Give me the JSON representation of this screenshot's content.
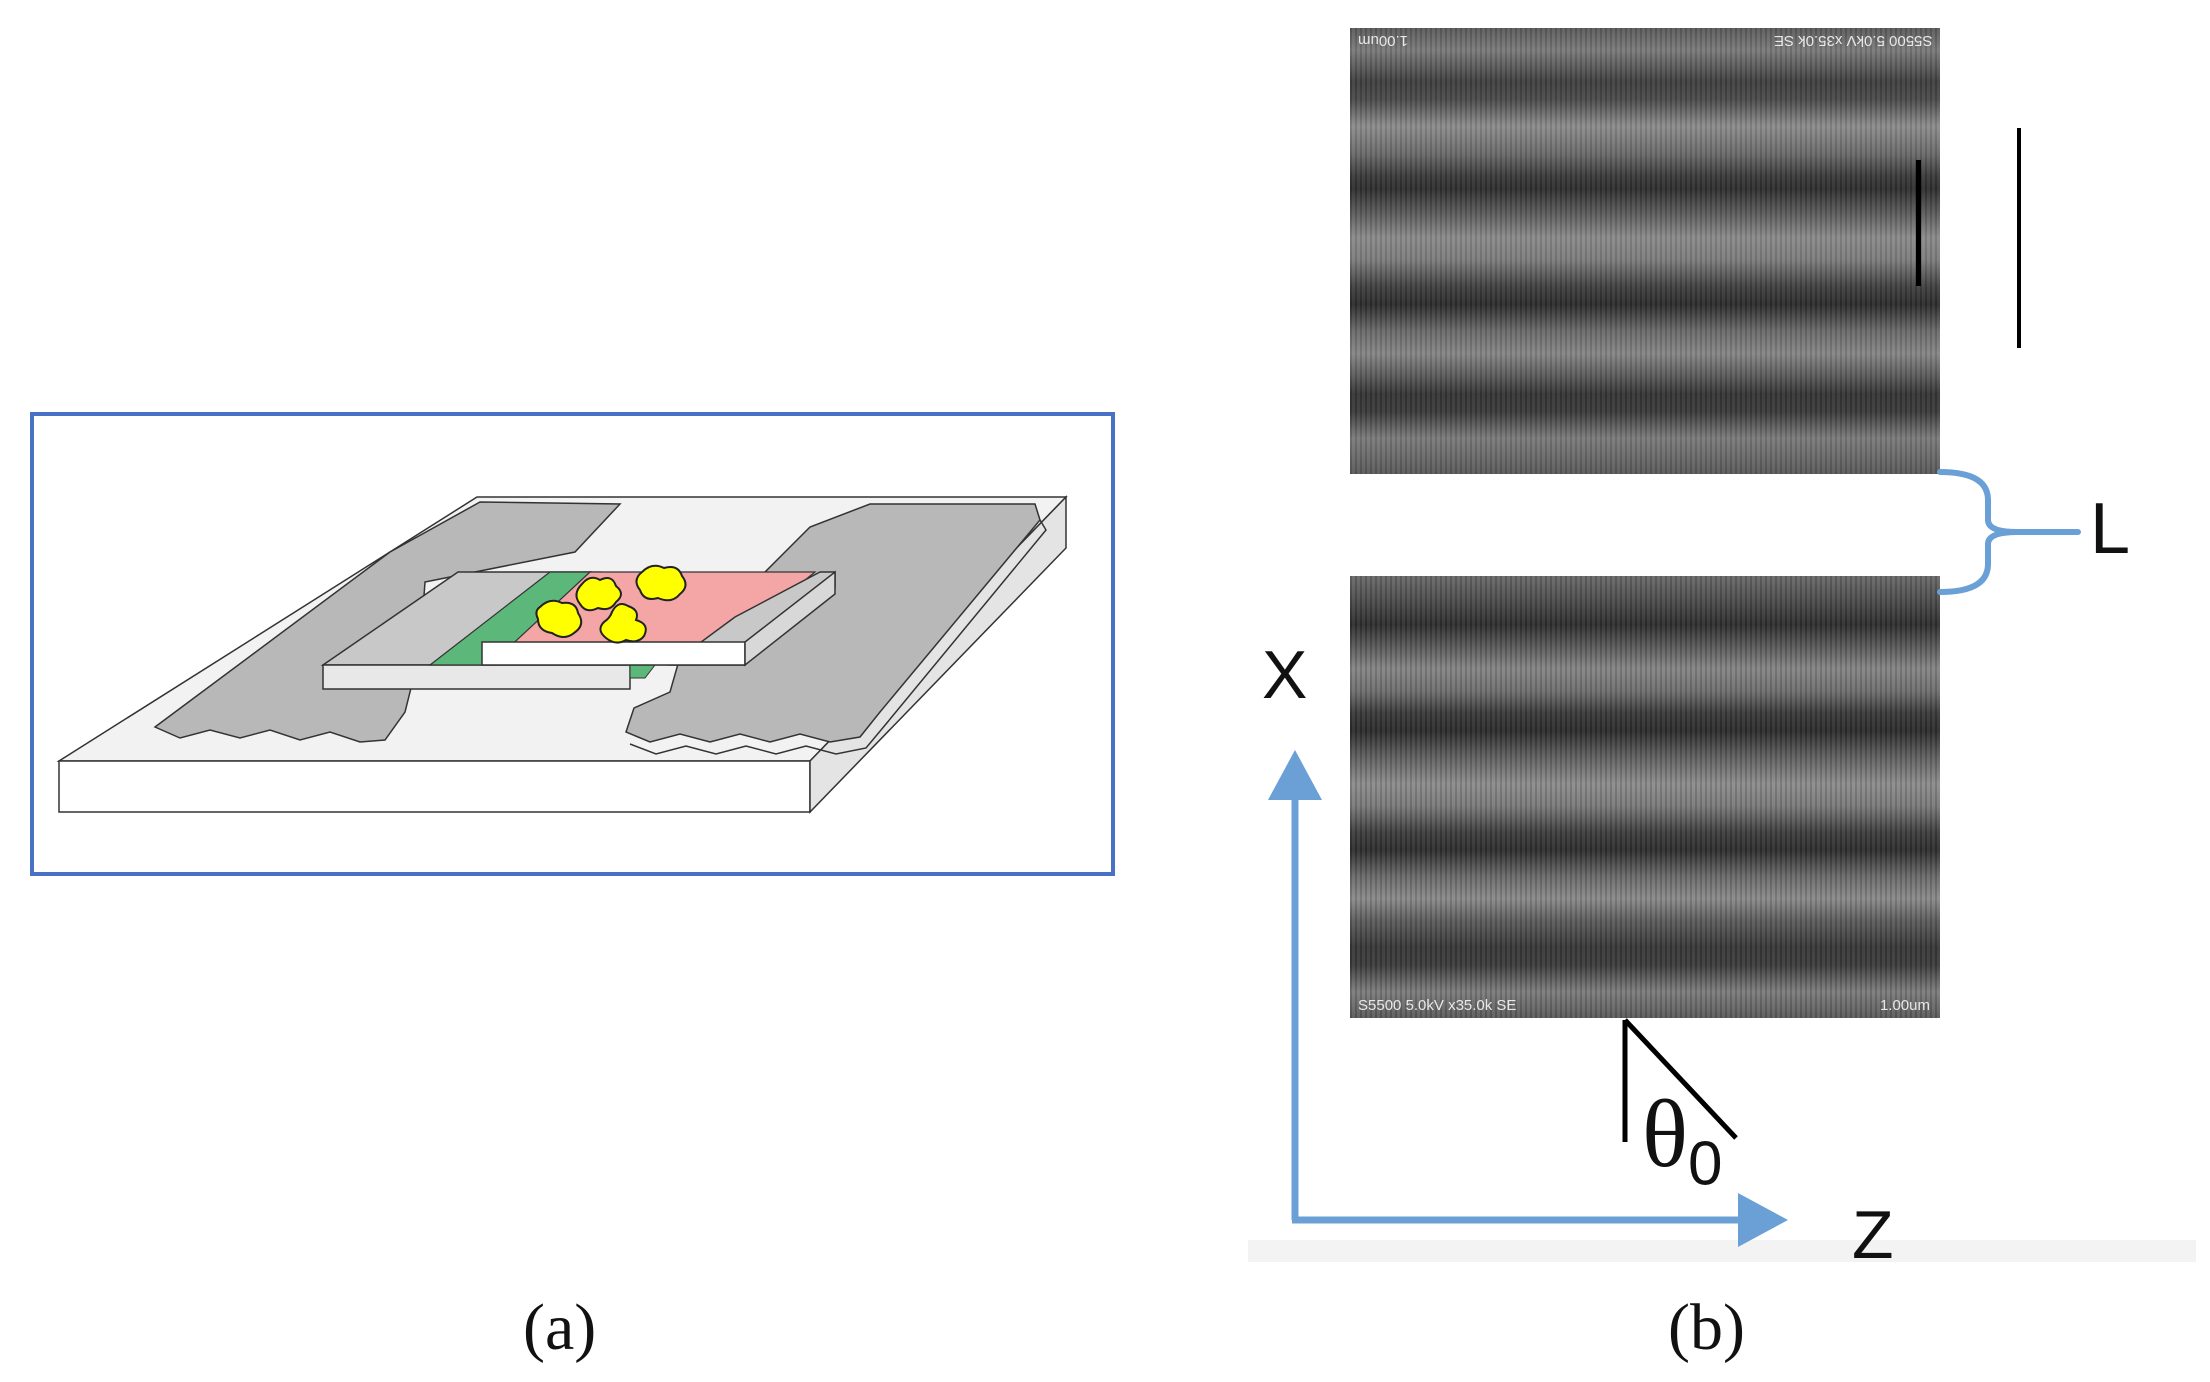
{
  "panel_a": {
    "label": "(a)",
    "colors": {
      "frame": "#4a72c4",
      "substrate": "#f2f2f2",
      "electrode": "#bdbdbd",
      "channel_green": "#5cb87a",
      "channel_pink": "#f4a6a6",
      "particle_yellow": "#ffff00"
    }
  },
  "panel_b": {
    "label": "(b)",
    "sem_top": {
      "caption": "S5500 5.0kV x35.0k SE",
      "scale": "1.00um"
    },
    "sem_bottom": {
      "caption": "S5500 5.0kV x35.0k SE",
      "scale": "1.00um"
    },
    "gap_label": "L",
    "axis_x": "X",
    "axis_z": "Z",
    "angle_symbol": "θ",
    "angle_subscript": "0",
    "colors": {
      "axis_blue": "#6aa0d6",
      "sem_dark": "#3a3a3a",
      "sem_light": "#8a8a8a"
    }
  }
}
